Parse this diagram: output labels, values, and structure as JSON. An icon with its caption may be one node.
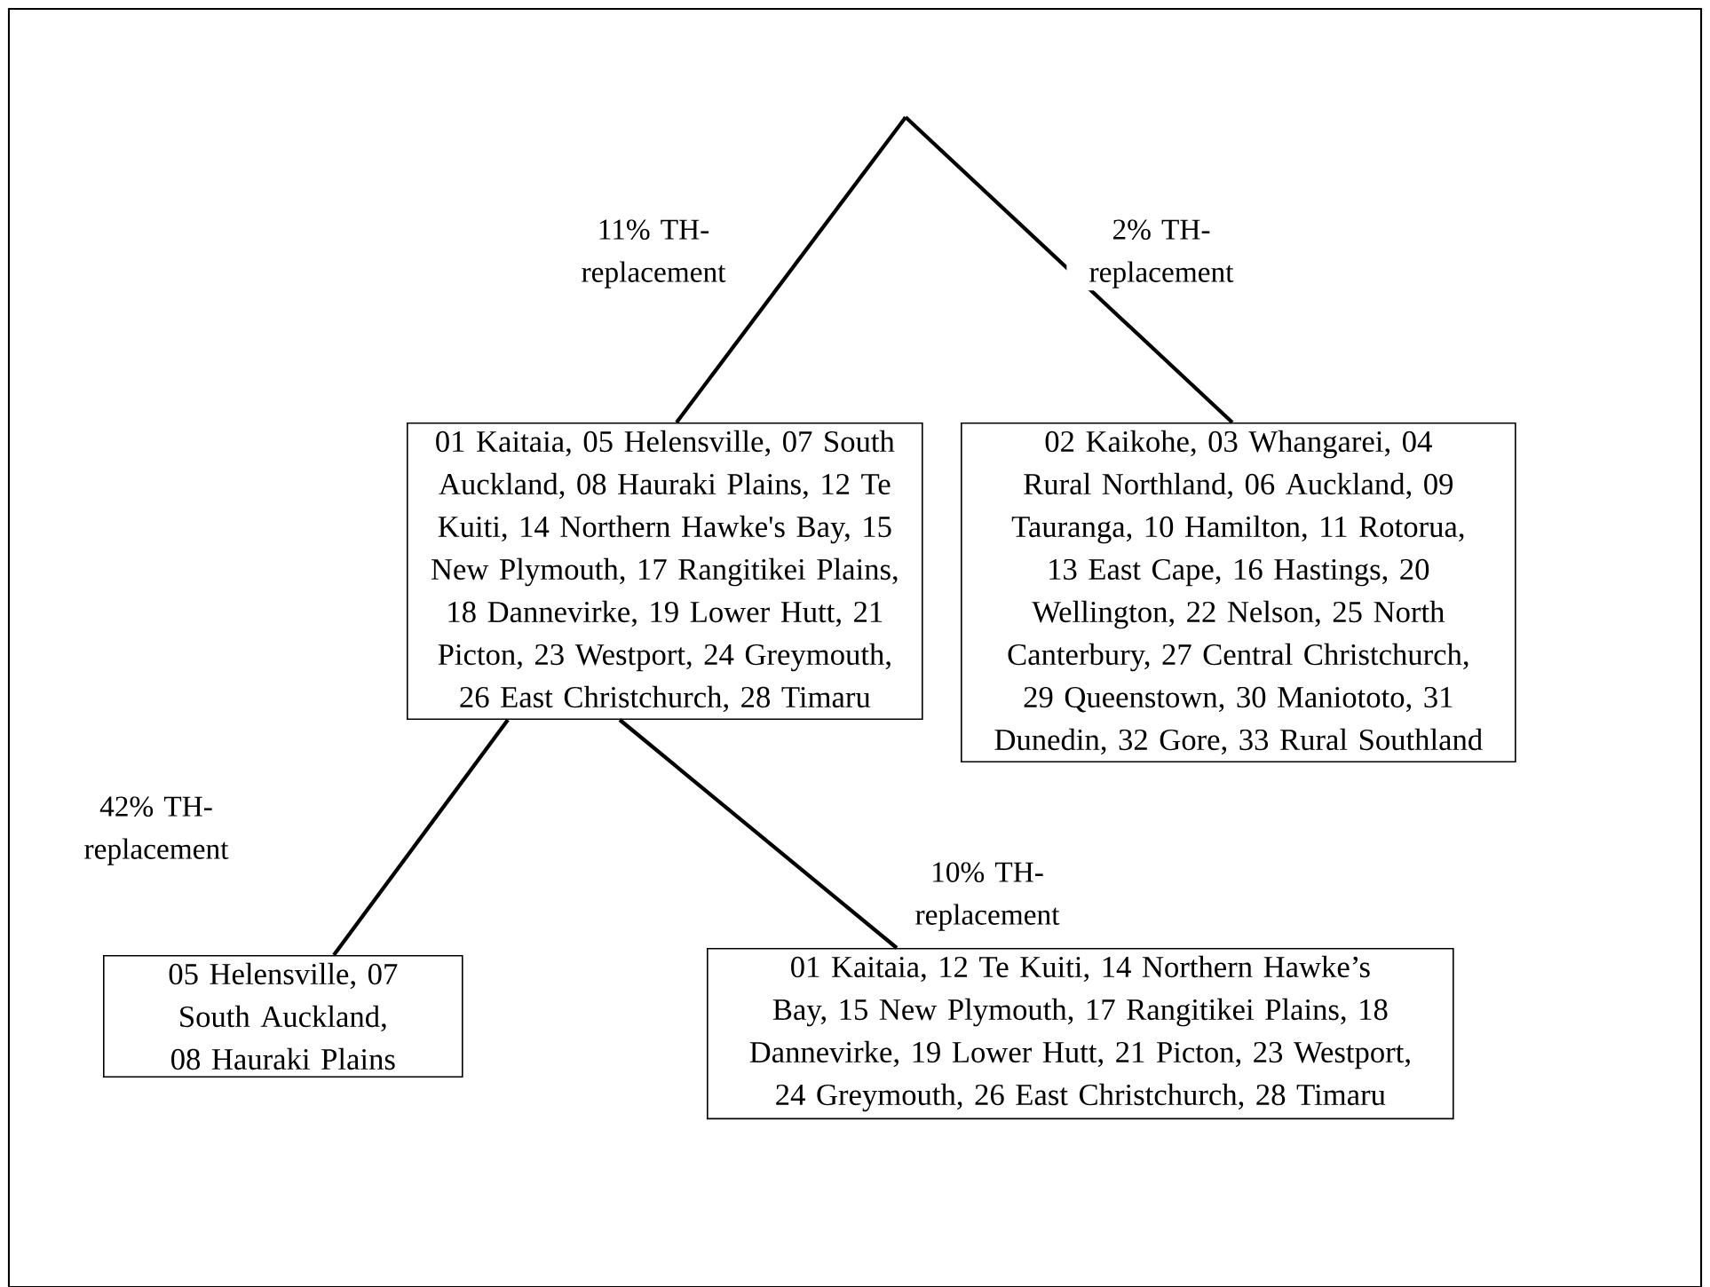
{
  "diagram": {
    "nodes": [
      {
        "text": [
          "01 Kaitaia, 05 Helensville, 07 South Auckland, 08 Hauraki Plains, 12 Te Kuiti, 14 Northern Hawke's Bay, 15 New Plymouth, 17 Rangitikei Plains, 18 Dannevirke, 19 Lower Hutt, 21 Picton, 23 Westport, 24 Greymouth, 26 East Christchurch, 28 Timaru"
        ]
      },
      {
        "text": [
          "02 Kaikohe, 03 Whangarei, 04 Rural Northland, 06 Auckland, 09 Tauranga, 10 Hamilton, 11 Rotorua, 13 East Cape, 16 Hastings, 20 Wellington, 22 Nelson, 25 North Canterbury, 27 Central Christchurch, 29 Queenstown, 30 Maniototo, 31 Dunedin, 32 Gore, 33 Rural Southland"
        ]
      },
      {
        "text": [
          "05 Helensville, 07 South Auckland, 08 Hauraki Plains"
        ]
      },
      {
        "text": [
          "01 Kaitaia, 12 Te Kuiti, 14 Northern Hawke’s Bay, 15 New Plymouth, 17 Rangitikei Plains, 18 Dannevirke, 19 Lower Hutt, 21 Picton, 23 Westport, 24 Greymouth, 26 East Christchurch, 28 Timaru"
        ]
      }
    ],
    "edges": [
      {
        "from": null,
        "to": 0,
        "arrow": "none",
        "label": "11% TH- replacement"
      },
      {
        "from": null,
        "to": 1,
        "arrow": "none",
        "label": "2% TH- replacement"
      },
      {
        "from": 0,
        "to": 2,
        "arrow": "none",
        "label": "42% TH- replacement"
      },
      {
        "from": 0,
        "to": 3,
        "arrow": "none",
        "label": "10% TH- replacement"
      }
    ]
  }
}
